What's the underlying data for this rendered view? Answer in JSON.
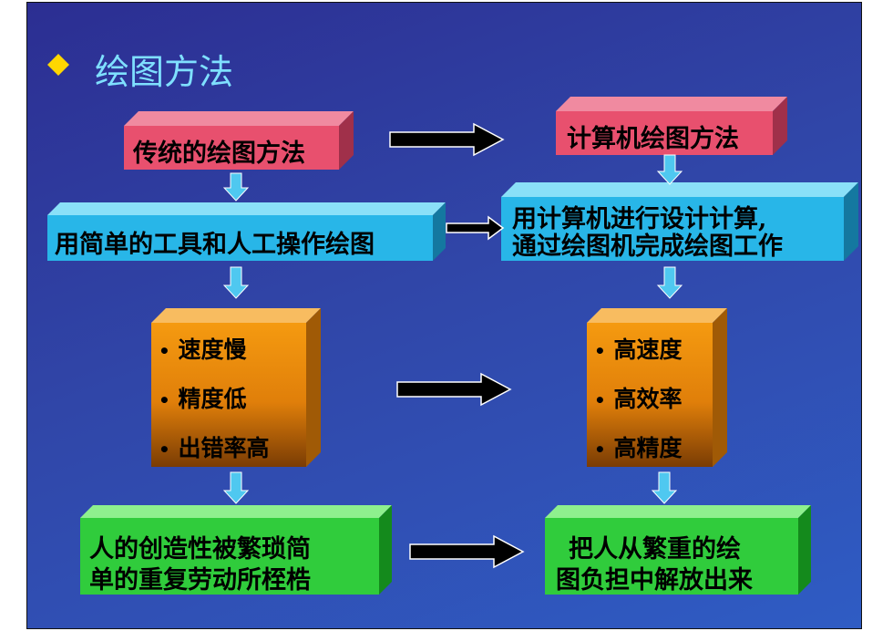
{
  "title": "绘图方法",
  "colors": {
    "background_top": "#2c2e92",
    "background_bottom": "#2f5cc4",
    "title_text": "#7fe0ff",
    "diamond": "#ffd700",
    "pink_front": "#e8506e",
    "cyan_front": "#28b6e8",
    "orange_front": "#f08c0c",
    "green_front": "#30cc3c",
    "down_arrow": "#4fc8f0"
  },
  "left_column": {
    "traditional_box": "传统的绘图方法",
    "manual_box": "用简单的工具和人工操作绘图",
    "drawbacks": [
      "速度慢",
      "精度低",
      "出错率高"
    ],
    "result_lines": [
      "人的创造性被繁琐简",
      "单的重复劳动所桎梏"
    ]
  },
  "right_column": {
    "computer_box": "计算机绘图方法",
    "process_lines": [
      "用计算机进行设计计算,",
      "通过绘图机完成绘图工作"
    ],
    "benefits": [
      "高速度",
      "高效率",
      "高精度"
    ],
    "result_lines": [
      "把人从繁重的绘",
      "图负担中解放出来"
    ]
  },
  "bullet": "•"
}
